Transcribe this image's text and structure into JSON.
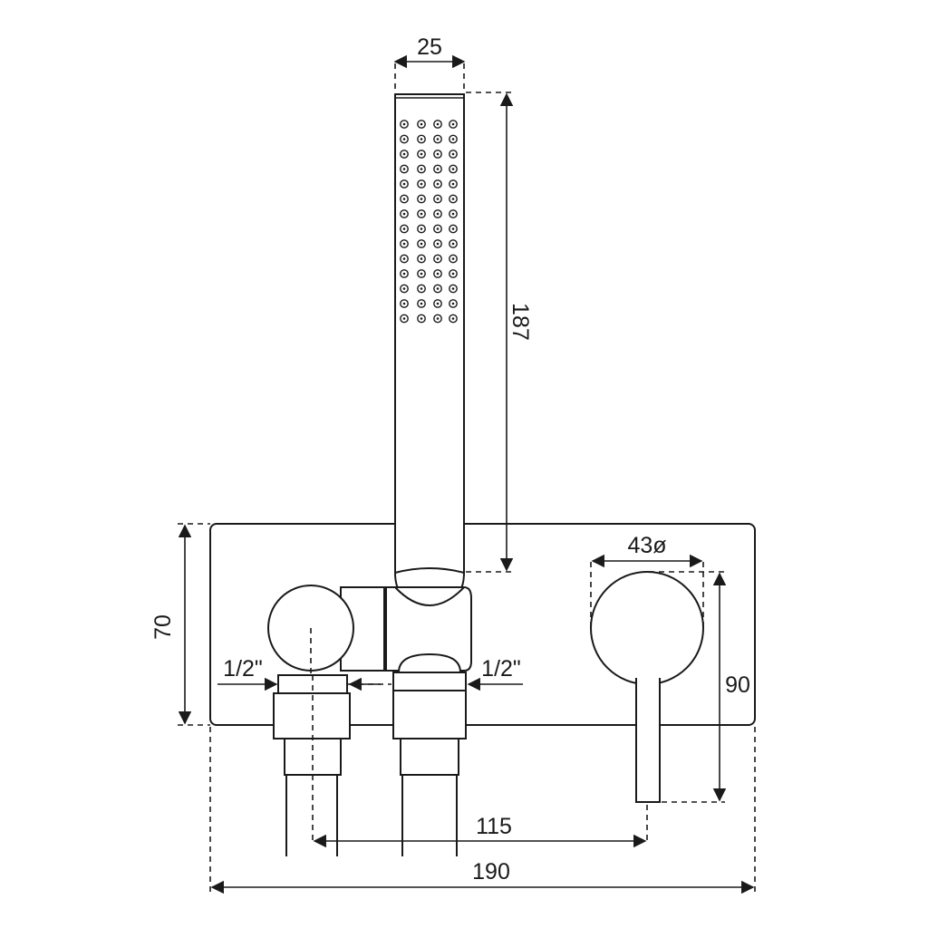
{
  "dimensions": {
    "handshower_width": "25",
    "handshower_length": "187",
    "plate_height": "70",
    "lever_diameter": "43ø",
    "lever_height": "90",
    "left_thread": "1/2\"",
    "right_thread": "1/2\"",
    "center_distance": "115",
    "overall_width": "190"
  }
}
